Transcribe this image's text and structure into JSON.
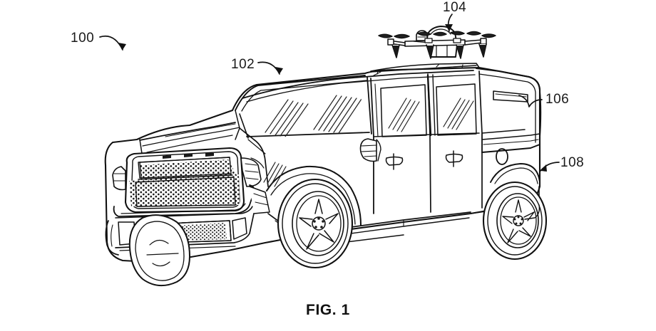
{
  "figure": {
    "caption": "FIG. 1",
    "title": "Patent line drawing of a sport utility vehicle with an unmanned aerial vehicle",
    "background_color": "#ffffff",
    "line_color": "#111111",
    "reference_numerals": [
      {
        "id": "100",
        "label": "100",
        "describes": "overall system",
        "leader": "curved-arrow-down-right"
      },
      {
        "id": "102",
        "label": "102",
        "describes": "vehicle",
        "leader": "curved-arrow-down-right"
      },
      {
        "id": "104",
        "label": "104",
        "describes": "unmanned aerial vehicle (drone)",
        "leader": "curved-arrow-down"
      },
      {
        "id": "106",
        "label": "106",
        "describes": "rear cargo canopy / topper",
        "leader": "hooked-leader-left"
      },
      {
        "id": "108",
        "label": "108",
        "describes": "rear wheel / wheel assembly",
        "leader": "straight-arrow-down-left"
      }
    ]
  },
  "vehicle": {
    "name": "sport-utility-vehicle",
    "parts": [
      "hood",
      "windshield",
      "roof",
      "roof-rail",
      "front-grille",
      "lower-bumper-grille",
      "headlamp",
      "front-fender",
      "front-door",
      "rear-door",
      "side-mirror",
      "door-handle-front",
      "door-handle-rear",
      "fuel-filler-cap",
      "rocker-panel",
      "front-wheel",
      "rear-wheel",
      "rear-canopy",
      "canopy-side-window"
    ]
  },
  "drone": {
    "name": "quadcopter",
    "parts": [
      "canopy-dome",
      "payload-box",
      "arm",
      "propeller",
      "landing-leg",
      "camera-pod"
    ],
    "rotor_count": 4,
    "leg_count": 4
  }
}
